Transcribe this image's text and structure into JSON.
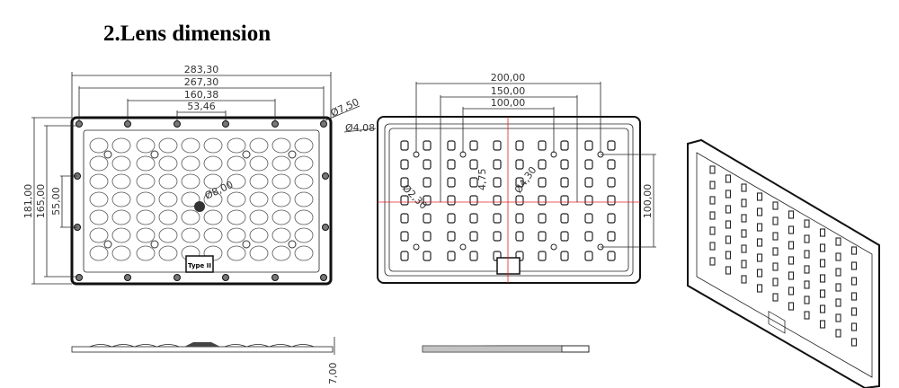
{
  "title": "2.Lens dimension",
  "top_view": {
    "dims": {
      "overall_width": "283,30",
      "hole_span_outer": "267,30",
      "hole_span_mid": "160,38",
      "hole_span_inner": "53,46",
      "overall_height": "181,00",
      "hole_span_vertical": "165,00",
      "side_hole_span": "55,00",
      "outer_hole_dia": "Ø7,50",
      "hole_dia": "Ø4,08",
      "center_hole_dia": "Ø8,00"
    },
    "label": "Type II",
    "grid": {
      "columns": 10,
      "rows": 7
    }
  },
  "bottom_view": {
    "dims": {
      "span_200": "200,00",
      "span_150": "150,00",
      "span_100": "100,00",
      "vertical_100": "100,00",
      "offset": "4,75",
      "pin_dia_small": "Ø2,30",
      "pin_dia": "Ø4,30"
    },
    "grid": {
      "columns": 10,
      "rows": 7
    },
    "centerline_color": "#e02020"
  },
  "side_view": {
    "thickness": "7,00"
  }
}
